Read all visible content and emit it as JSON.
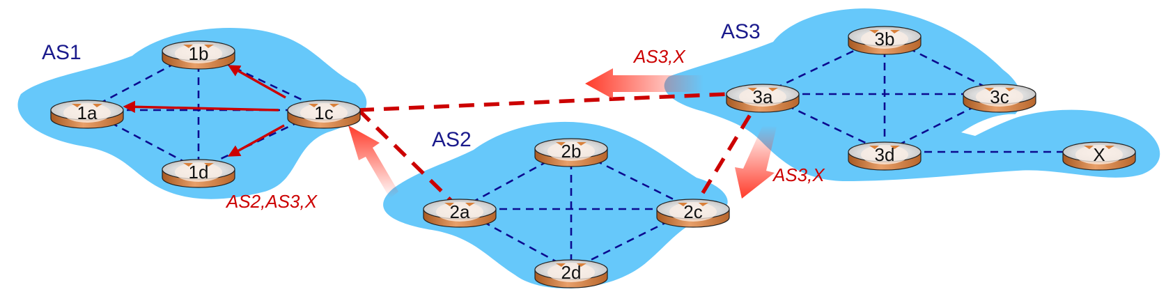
{
  "diagram": {
    "type": "network-topology",
    "description": "BGP route advertisement propagation across autonomous systems",
    "colors": {
      "cloud": "#66c8fa",
      "as_label": "#1a1a8c",
      "intra_link": "#0b0b8f",
      "inter_link": "#cc0000",
      "advertisement": "#cc0000",
      "router_body": "#c8773a",
      "router_top": "#c8c8c8"
    },
    "autonomous_systems": [
      {
        "id": "AS1",
        "label": "AS1",
        "routers": [
          "1a",
          "1b",
          "1c",
          "1d"
        ]
      },
      {
        "id": "AS2",
        "label": "AS2",
        "routers": [
          "2a",
          "2b",
          "2c",
          "2d"
        ]
      },
      {
        "id": "AS3",
        "label": "AS3",
        "routers": [
          "3a",
          "3b",
          "3c",
          "3d",
          "X"
        ]
      }
    ],
    "routers": [
      {
        "id": "1a",
        "label": "1a",
        "as": "AS1"
      },
      {
        "id": "1b",
        "label": "1b",
        "as": "AS1"
      },
      {
        "id": "1c",
        "label": "1c",
        "as": "AS1"
      },
      {
        "id": "1d",
        "label": "1d",
        "as": "AS1"
      },
      {
        "id": "2a",
        "label": "2a",
        "as": "AS2"
      },
      {
        "id": "2b",
        "label": "2b",
        "as": "AS2"
      },
      {
        "id": "2c",
        "label": "2c",
        "as": "AS2"
      },
      {
        "id": "2d",
        "label": "2d",
        "as": "AS2"
      },
      {
        "id": "3a",
        "label": "3a",
        "as": "AS3"
      },
      {
        "id": "3b",
        "label": "3b",
        "as": "AS3"
      },
      {
        "id": "3c",
        "label": "3c",
        "as": "AS3"
      },
      {
        "id": "3d",
        "label": "3d",
        "as": "AS3"
      },
      {
        "id": "X",
        "label": "X",
        "as": "AS3"
      }
    ],
    "intra_links": [
      [
        "1a",
        "1b"
      ],
      [
        "1a",
        "1c"
      ],
      [
        "1a",
        "1d"
      ],
      [
        "1b",
        "1c"
      ],
      [
        "1b",
        "1d"
      ],
      [
        "1c",
        "1d"
      ],
      [
        "2a",
        "2b"
      ],
      [
        "2a",
        "2c"
      ],
      [
        "2a",
        "2d"
      ],
      [
        "2b",
        "2c"
      ],
      [
        "2b",
        "2d"
      ],
      [
        "2c",
        "2d"
      ],
      [
        "3a",
        "3b"
      ],
      [
        "3a",
        "3c"
      ],
      [
        "3a",
        "3d"
      ],
      [
        "3b",
        "3c"
      ],
      [
        "3b",
        "3d"
      ],
      [
        "3c",
        "3d"
      ],
      [
        "3d",
        "X"
      ]
    ],
    "inter_links": [
      [
        "1c",
        "3a"
      ],
      [
        "1c",
        "2a"
      ],
      [
        "3a",
        "2c"
      ]
    ],
    "advertisements": [
      {
        "from": "3a",
        "to": "1c",
        "path": "AS3,X"
      },
      {
        "from": "3a",
        "to": "2c",
        "path": "AS3,X"
      },
      {
        "from": "2a",
        "to": "1c",
        "path": "AS2,AS3,X"
      }
    ],
    "internal_propagation": [
      [
        "1c",
        "1a"
      ],
      [
        "1c",
        "1b"
      ],
      [
        "1c",
        "1d"
      ]
    ]
  }
}
